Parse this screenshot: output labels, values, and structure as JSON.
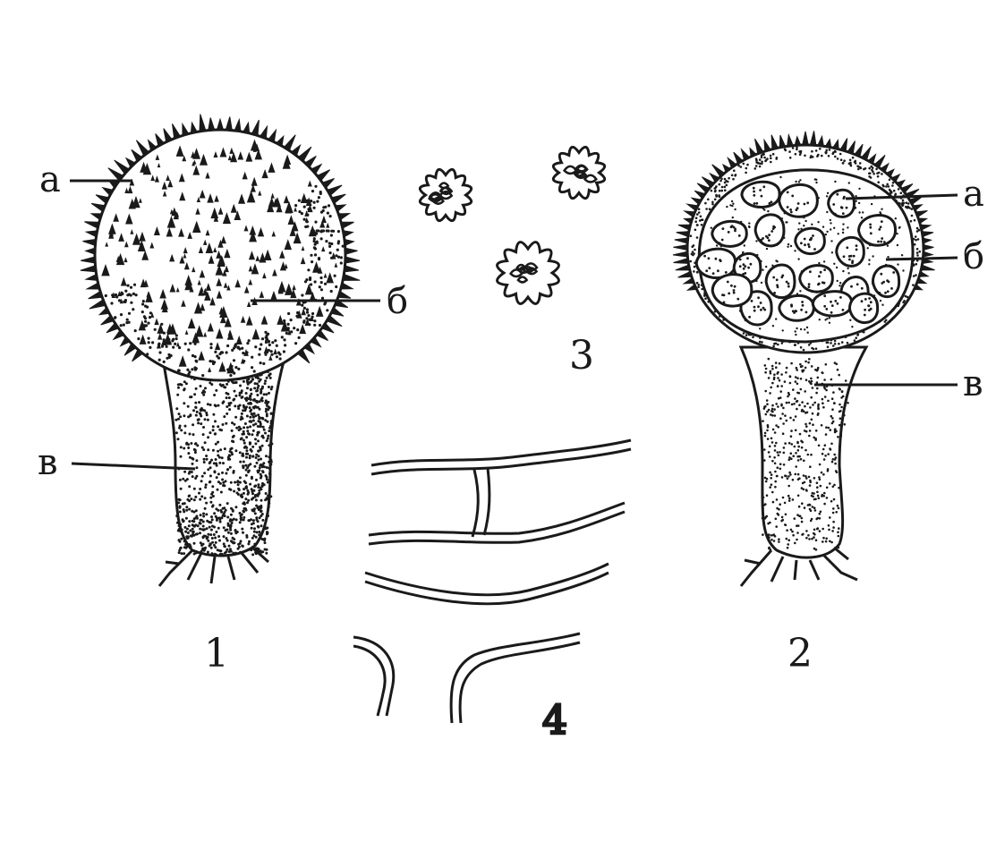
{
  "colors": {
    "ink": "#1a1a1a",
    "background": "#ffffff"
  },
  "figure_numbers": {
    "f1": "1",
    "f2": "2",
    "f3": "3",
    "f4": "4"
  },
  "fig1_labels": {
    "a": "а",
    "b": "б",
    "v": "в"
  },
  "fig2_labels": {
    "a": "а",
    "b": "б",
    "v": "в"
  }
}
